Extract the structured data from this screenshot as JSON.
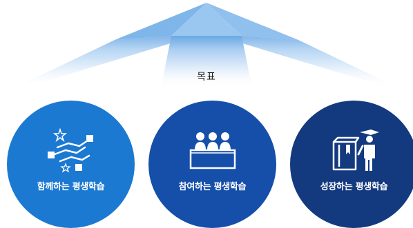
{
  "goal": {
    "label": "목표"
  },
  "circles": [
    {
      "label": "함께하는 평생학습",
      "color": "#1b79d2",
      "icon": "hands-together-icon"
    },
    {
      "label": "참여하는 평생학습",
      "color": "#154fa9",
      "icon": "audience-icon"
    },
    {
      "label": "성장하는 평생학습",
      "color": "#13397f",
      "icon": "graduate-books-icon"
    }
  ],
  "colors": {
    "arrow_light": "#e6f0fb",
    "arrow_mid": "#a8cdf1",
    "arrow_deep": "#6ba8e4"
  }
}
